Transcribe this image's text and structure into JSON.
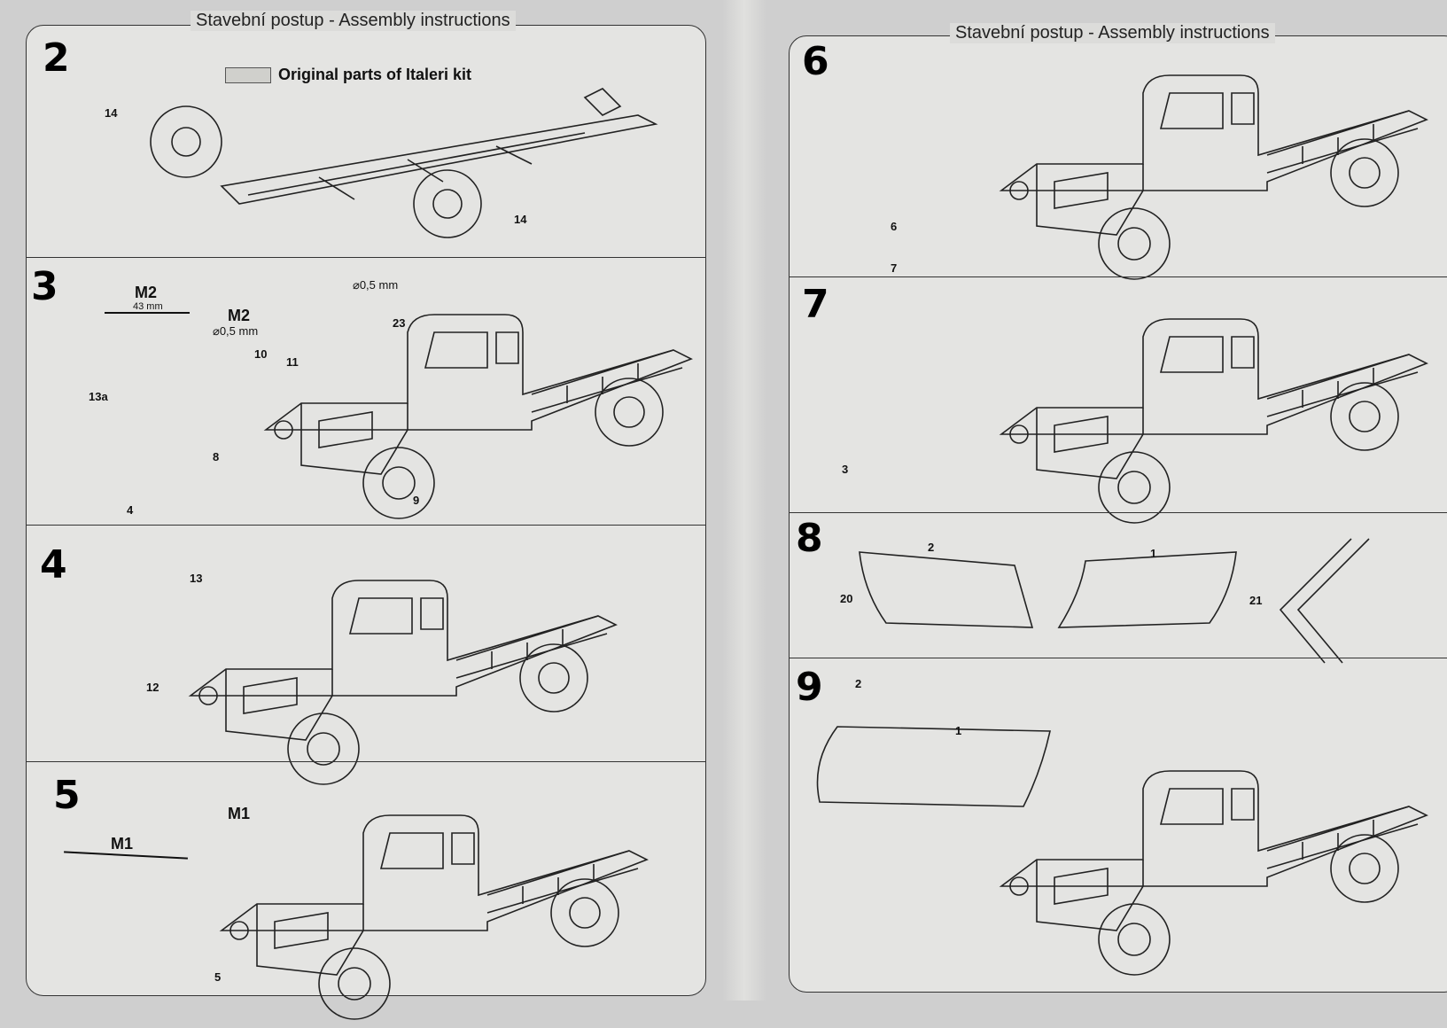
{
  "left_page": {
    "header": "Stavební postup - Assembly instructions",
    "legend": "Original parts of Italeri kit",
    "steps": [
      {
        "number": "2",
        "labels": [
          "14",
          "14"
        ]
      },
      {
        "number": "3",
        "labels": [
          "M2",
          "43 mm",
          "M2",
          "⌀0,5 mm",
          "⌀0,5 mm",
          "23",
          "10",
          "11",
          "13a",
          "8",
          "4",
          "9"
        ]
      },
      {
        "number": "4",
        "labels": [
          "13",
          "12"
        ]
      },
      {
        "number": "5",
        "labels": [
          "M1",
          "M1",
          "5"
        ]
      }
    ]
  },
  "right_page": {
    "header": "Stavební postup - Assembly instructions",
    "steps": [
      {
        "number": "6",
        "labels": [
          "6",
          "7"
        ]
      },
      {
        "number": "7",
        "labels": [
          "3"
        ]
      },
      {
        "number": "8",
        "labels": [
          "2",
          "1",
          "20",
          "21"
        ]
      },
      {
        "number": "9",
        "labels": [
          "2",
          "1"
        ]
      }
    ]
  }
}
